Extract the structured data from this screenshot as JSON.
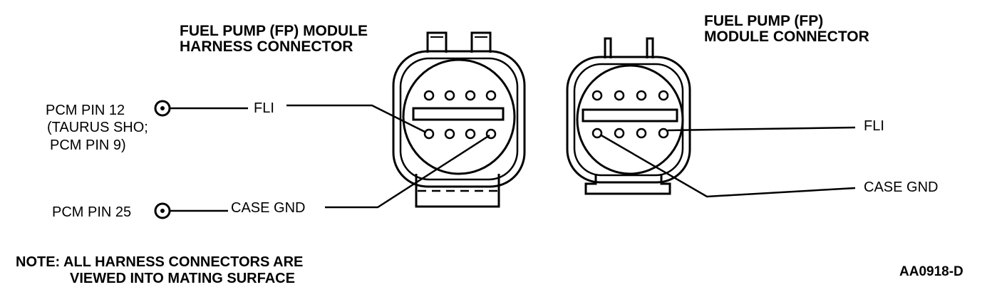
{
  "harness_connector": {
    "title_line1": "FUEL PUMP (FP) MODULE",
    "title_line2": "HARNESS CONNECTOR",
    "pins_per_row": 4
  },
  "module_connector": {
    "title_line1": "FUEL PUMP (FP)",
    "title_line2": "MODULE CONNECTOR",
    "pins_per_row": 4
  },
  "labels": {
    "pcm_pin_12": "PCM PIN 12",
    "taurus_sho": "(TAURUS SHO;",
    "pcm_pin_9": "PCM PIN 9)",
    "pcm_pin_25": "PCM PIN 25",
    "fli_left": "FLI",
    "case_gnd_left": "CASE GND",
    "fli_right": "FLI",
    "case_gnd_right": "CASE GND"
  },
  "note": {
    "line1": "NOTE:  ALL HARNESS CONNECTORS ARE",
    "line2": "VIEWED INTO MATING SURFACE"
  },
  "figure_id": "AA0918-D",
  "colors": {
    "ink": "#000000",
    "background": "#ffffff"
  }
}
